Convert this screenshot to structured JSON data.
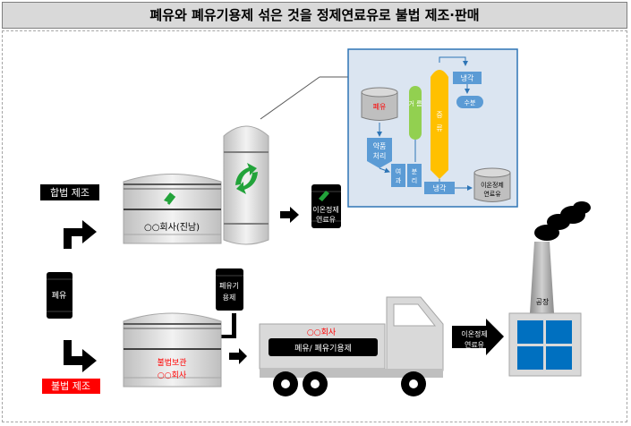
{
  "title": "폐유와 폐유기용제 섞은 것을 정제연료유로 불법 제조·판매",
  "legal": {
    "label": "합법 제조",
    "tank_label": "○○회사(진남)",
    "product_drum": [
      "이온정제",
      "연료유"
    ]
  },
  "illegal": {
    "label": "불법 제조",
    "waste_oil_drum": "폐유",
    "solvent_drum": [
      "폐유기",
      "용제"
    ],
    "tank_label": [
      "불법보관",
      "○○회사"
    ],
    "truck_company": "○○회사",
    "truck_cargo": "폐유/ 폐유기용제",
    "sale_arrow": [
      "이온정제",
      "연료유"
    ],
    "factory_label": "공장"
  },
  "process": {
    "waste_oil": "폐유",
    "chemical": [
      "약품",
      "처리"
    ],
    "filter": "거 름",
    "separation_left": [
      "여",
      "과"
    ],
    "separation_right": [
      "분",
      "리"
    ],
    "distill": [
      "증",
      "류"
    ],
    "cooling_top": "냉각",
    "water": "수분",
    "cooling_bottom": "냉각",
    "product": [
      "이온정제",
      "연료유"
    ]
  },
  "colors": {
    "black": "#000000",
    "red": "#ff0000",
    "green": "#22a33a",
    "tank_grey": "#d9d9d9",
    "panel_bg": "#dbe5f1",
    "process_blue": "#5b9bd5",
    "distill_yellow": "#ffc000",
    "filter_green": "#92d050",
    "window_blue": "#0070c0"
  }
}
